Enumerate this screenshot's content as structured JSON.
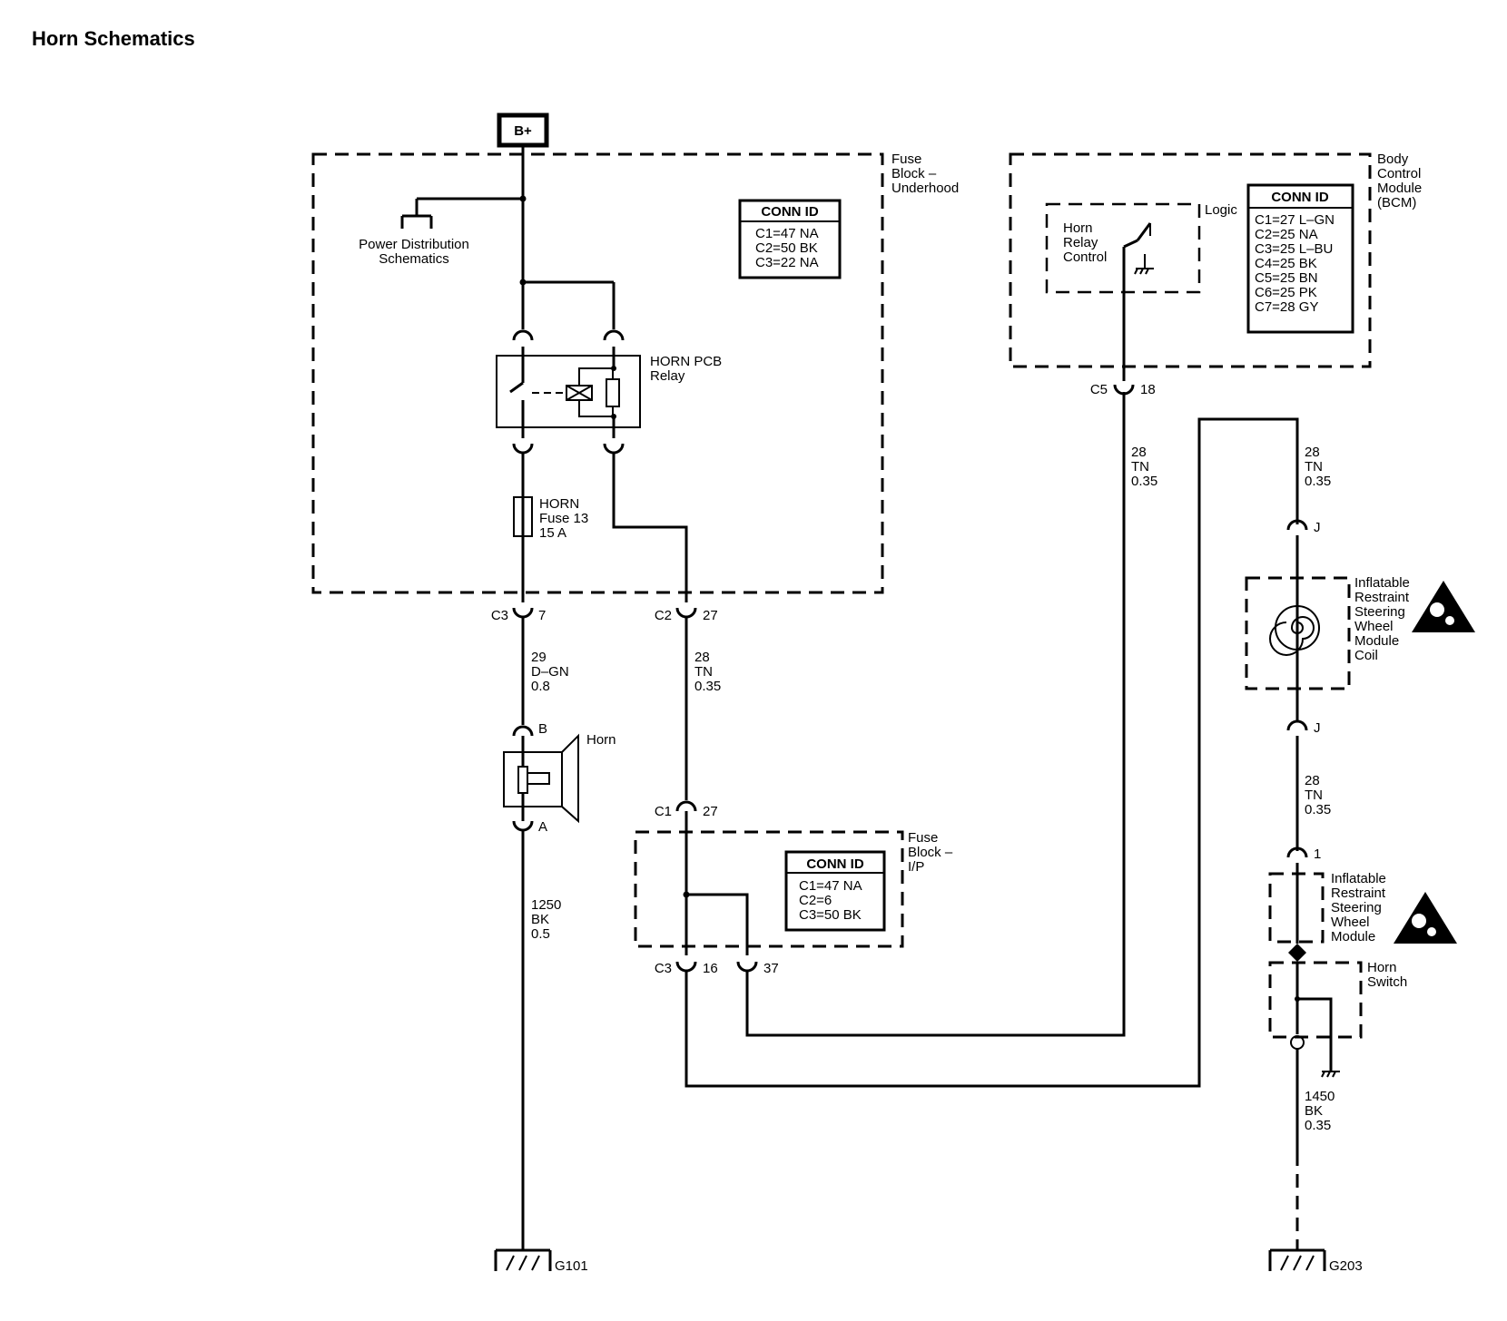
{
  "title": "Horn Schematics",
  "power_label": "B+",
  "fuse_block_underhood": {
    "label": [
      "Fuse",
      "Block –",
      "Underhood"
    ],
    "power_distribution": [
      "Power Distribution",
      "Schematics"
    ],
    "relay_label": [
      "HORN PCB",
      "Relay"
    ],
    "fuse_label": [
      "HORN",
      "Fuse 13",
      "15 A"
    ],
    "conn_title": "CONN ID",
    "conn_rows": [
      "C1=47 NA",
      "C2=50 BK",
      "C3=22 NA"
    ]
  },
  "bcm": {
    "label": [
      "Body",
      "Control",
      "Module",
      "(BCM)"
    ],
    "logic_label": "Logic",
    "horn_relay_control": [
      "Horn",
      "Relay",
      "Control"
    ],
    "conn_title": "CONN ID",
    "conn_rows": [
      "C1=27 L–GN",
      "C2=25 NA",
      "C3=25 L–BU",
      "C4=25 BK",
      "C5=25 BN",
      "C6=25 PK",
      "C7=28 GY"
    ],
    "connector": "C5",
    "pin": "18"
  },
  "fuse_block_ip": {
    "label": [
      "Fuse",
      "Block –",
      "I/P"
    ],
    "conn_title": "CONN ID",
    "conn_rows": [
      "C1=47 NA",
      "C2=6",
      "C3=50 BK"
    ]
  },
  "connectors": {
    "c3_7": {
      "conn": "C3",
      "pin": "7"
    },
    "c2_27": {
      "conn": "C2",
      "pin": "27"
    },
    "c1_27": {
      "conn": "C1",
      "pin": "27"
    },
    "c3_16": {
      "conn": "C3",
      "pin": "16"
    },
    "pin_37": "37",
    "horn_b": "B",
    "horn_a": "A",
    "j_top": "J",
    "j_bottom": "J",
    "switch_pin": "1"
  },
  "wires": {
    "horn_feed": [
      "29",
      "D–GN",
      "0.8"
    ],
    "relay_output": [
      "28",
      "TN",
      "0.35"
    ],
    "bcm_wire": [
      "28",
      "TN",
      "0.35"
    ],
    "coil_upper": [
      "28",
      "TN",
      "0.35"
    ],
    "coil_lower": [
      "28",
      "TN",
      "0.35"
    ],
    "horn_ground": [
      "1250",
      "BK",
      "0.5"
    ],
    "switch_ground": [
      "1450",
      "BK",
      "0.35"
    ]
  },
  "components": {
    "horn": "Horn",
    "coil": [
      "Inflatable",
      "Restraint",
      "Steering",
      "Wheel",
      "Module",
      "Coil"
    ],
    "module": [
      "Inflatable",
      "Restraint",
      "Steering",
      "Wheel",
      "Module"
    ],
    "horn_switch": [
      "Horn",
      "Switch"
    ]
  },
  "grounds": {
    "left": "G101",
    "right": "G203"
  },
  "icons": {
    "airbag_warning": "airbag-warning-icon"
  }
}
